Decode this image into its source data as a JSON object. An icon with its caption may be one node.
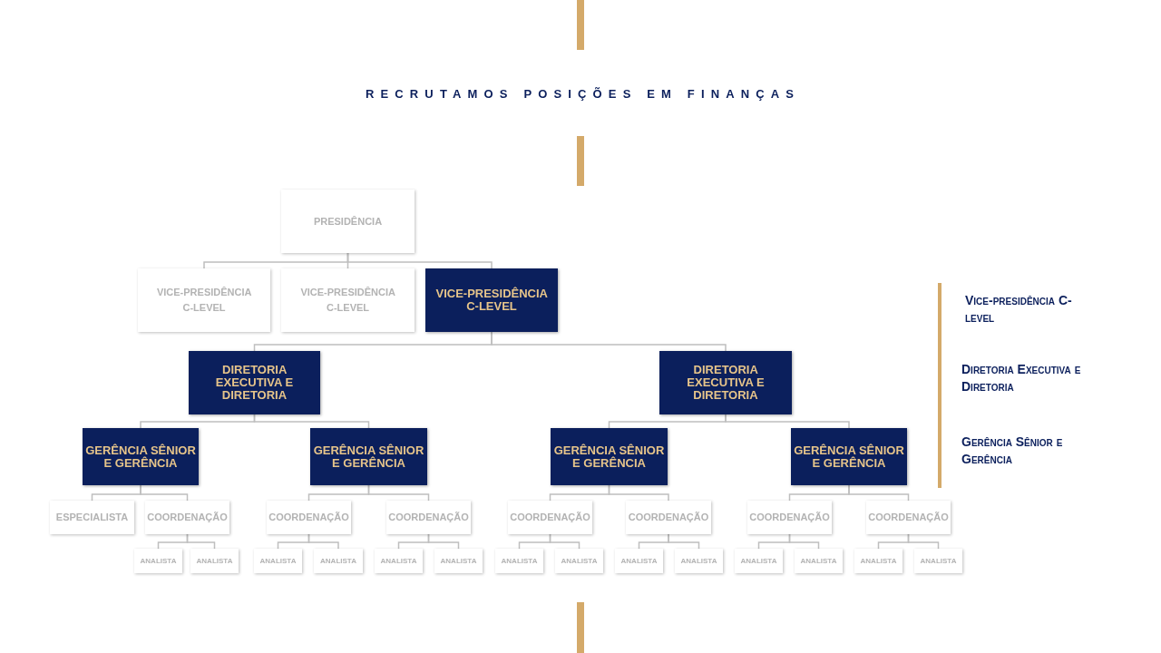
{
  "diagram": {
    "title": "RECRUTAMOS POSIÇÕES EM FINANÇAS",
    "nodes": [
      {
        "text": [
          "PRESIDÊNCIA"
        ]
      },
      {
        "text": [
          "VICE-PRESIDÊNCIA C-LEVEL"
        ]
      },
      {
        "text": [
          "VICE-PRESIDÊNCIA C-LEVEL"
        ]
      },
      {
        "text": [
          "VICE-PRESIDÊNCIA C-LEVEL"
        ]
      },
      {
        "text": [
          "DIRETORIA EXECUTIVA E DIRETORIA"
        ]
      },
      {
        "text": [
          "DIRETORIA EXECUTIVA E DIRETORIA"
        ]
      },
      {
        "text": [
          "GERÊNCIA SÊNIOR E GERÊNCIA"
        ]
      },
      {
        "text": [
          "GERÊNCIA SÊNIOR E GERÊNCIA"
        ]
      },
      {
        "text": [
          "GERÊNCIA SÊNIOR E GERÊNCIA"
        ]
      },
      {
        "text": [
          "GERÊNCIA SÊNIOR E GERÊNCIA"
        ]
      },
      {
        "text": [
          "ESPECIALISTA"
        ]
      },
      {
        "text": [
          "COORDENAÇÃO"
        ]
      },
      {
        "text": [
          "COORDENAÇÃO"
        ]
      },
      {
        "text": [
          "COORDENAÇÃO"
        ]
      },
      {
        "text": [
          "COORDENAÇÃO"
        ]
      },
      {
        "text": [
          "COORDENAÇÃO"
        ]
      },
      {
        "text": [
          "COORDENAÇÃO"
        ]
      },
      {
        "text": [
          "COORDENAÇÃO"
        ]
      },
      {
        "text": [
          "ANALISTA"
        ]
      },
      {
        "text": [
          "ANALISTA"
        ]
      },
      {
        "text": [
          "ANALISTA"
        ]
      },
      {
        "text": [
          "ANALISTA"
        ]
      },
      {
        "text": [
          "ANALISTA"
        ]
      },
      {
        "text": [
          "ANALISTA"
        ]
      },
      {
        "text": [
          "ANALISTA"
        ]
      },
      {
        "text": [
          "ANALISTA"
        ]
      },
      {
        "text": [
          "ANALISTA"
        ]
      },
      {
        "text": [
          "ANALISTA"
        ]
      },
      {
        "text": [
          "ANALISTA"
        ]
      },
      {
        "text": [
          "ANALISTA"
        ]
      },
      {
        "text": [
          "ANALISTA"
        ]
      },
      {
        "text": [
          "ANALISTA"
        ]
      }
    ],
    "edges": [
      {
        "from": 0,
        "to": 1,
        "arrow": "none"
      },
      {
        "from": 0,
        "to": 2,
        "arrow": "none"
      },
      {
        "from": 0,
        "to": 3,
        "arrow": "none"
      },
      {
        "from": 3,
        "to": 4,
        "arrow": "none"
      },
      {
        "from": 3,
        "to": 5,
        "arrow": "none"
      },
      {
        "from": 4,
        "to": 6,
        "arrow": "none"
      },
      {
        "from": 4,
        "to": 7,
        "arrow": "none"
      },
      {
        "from": 5,
        "to": 8,
        "arrow": "none"
      },
      {
        "from": 5,
        "to": 9,
        "arrow": "none"
      },
      {
        "from": 6,
        "to": 10,
        "arrow": "none"
      },
      {
        "from": 6,
        "to": 11,
        "arrow": "none"
      },
      {
        "from": 7,
        "to": 12,
        "arrow": "none"
      },
      {
        "from": 7,
        "to": 13,
        "arrow": "none"
      },
      {
        "from": 8,
        "to": 14,
        "arrow": "none"
      },
      {
        "from": 8,
        "to": 15,
        "arrow": "none"
      },
      {
        "from": 9,
        "to": 16,
        "arrow": "none"
      },
      {
        "from": 9,
        "to": 17,
        "arrow": "none"
      },
      {
        "from": 11,
        "to": 18,
        "arrow": "none"
      },
      {
        "from": 11,
        "to": 19,
        "arrow": "none"
      },
      {
        "from": 12,
        "to": 20,
        "arrow": "none"
      },
      {
        "from": 12,
        "to": 21,
        "arrow": "none"
      },
      {
        "from": 13,
        "to": 22,
        "arrow": "none"
      },
      {
        "from": 13,
        "to": 23,
        "arrow": "none"
      },
      {
        "from": 14,
        "to": 24,
        "arrow": "none"
      },
      {
        "from": 14,
        "to": 25,
        "arrow": "none"
      },
      {
        "from": 15,
        "to": 26,
        "arrow": "none"
      },
      {
        "from": 15,
        "to": 27,
        "arrow": "none"
      },
      {
        "from": 16,
        "to": 28,
        "arrow": "none"
      },
      {
        "from": 16,
        "to": 29,
        "arrow": "none"
      },
      {
        "from": 17,
        "to": 30,
        "arrow": "none"
      },
      {
        "from": 17,
        "to": 31,
        "arrow": "none"
      }
    ],
    "labels": [
      "Vice-presidência C-level",
      "Diretoria Executiva e Diretoria",
      "Gerência Sênior e Gerência"
    ]
  }
}
